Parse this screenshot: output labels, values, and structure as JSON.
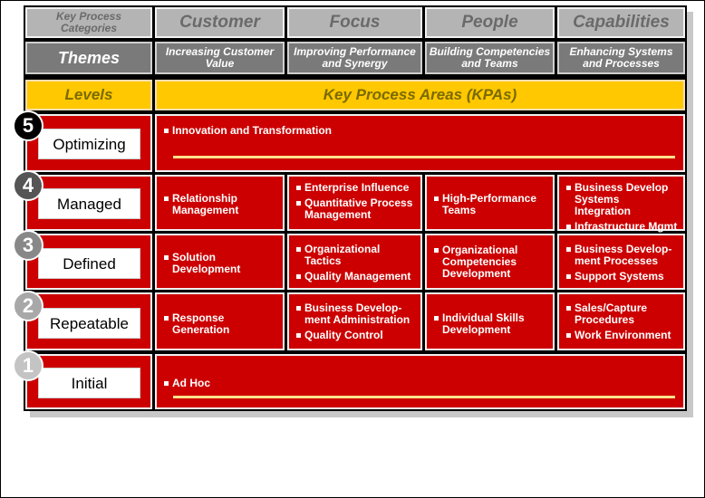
{
  "header": {
    "categories_label": "Key Process Categories",
    "categories": [
      "Customer",
      "Focus",
      "People",
      "Capabilities"
    ],
    "themes_label": "Themes",
    "themes": [
      "Increasing Customer Value",
      "Improving Performance and Synergy",
      "Building Competencies and Teams",
      "Enhancing Systems and Processes"
    ],
    "levels_label": "Levels",
    "kpa_label": "Key Process Areas (KPAs)"
  },
  "levels": [
    {
      "number": "5",
      "name": "Optimizing",
      "num_color": "#000000",
      "span_all": true,
      "kpas": [
        [
          "Innovation and Transformation"
        ]
      ]
    },
    {
      "number": "4",
      "name": "Managed",
      "num_color": "#555555",
      "span_all": false,
      "kpas": [
        [
          "Relationship Management"
        ],
        [
          "Enterprise Influence",
          "Quantitative Process Management"
        ],
        [
          "High-Performance Teams"
        ],
        [
          "Business Develop Systems Integration",
          "Infrastructure Mgmt"
        ]
      ]
    },
    {
      "number": "3",
      "name": "Defined",
      "num_color": "#888888",
      "span_all": false,
      "kpas": [
        [
          "Solution Development"
        ],
        [
          "Organizational Tactics",
          "Quality Management"
        ],
        [
          "Organizational Competencies Development"
        ],
        [
          "Business Develop-ment Processes",
          "Support Systems"
        ]
      ]
    },
    {
      "number": "2",
      "name": "Repeatable",
      "num_color": "#a8a8a8",
      "span_all": false,
      "kpas": [
        [
          "Response Generation"
        ],
        [
          "Business Develop-ment Administration",
          "Quality Control"
        ],
        [
          "Individual Skills Development"
        ],
        [
          "Sales/Capture Procedures",
          "Work Environment"
        ]
      ]
    },
    {
      "number": "1",
      "name": "Initial",
      "num_color": "#c4c4c4",
      "span_all": true,
      "kpas": [
        [
          "Ad Hoc"
        ]
      ]
    }
  ],
  "colors": {
    "red": "#cc0000",
    "gold": "#ffc800",
    "gray": "#b4b4b4",
    "dark_gray": "#7a7a7a"
  }
}
